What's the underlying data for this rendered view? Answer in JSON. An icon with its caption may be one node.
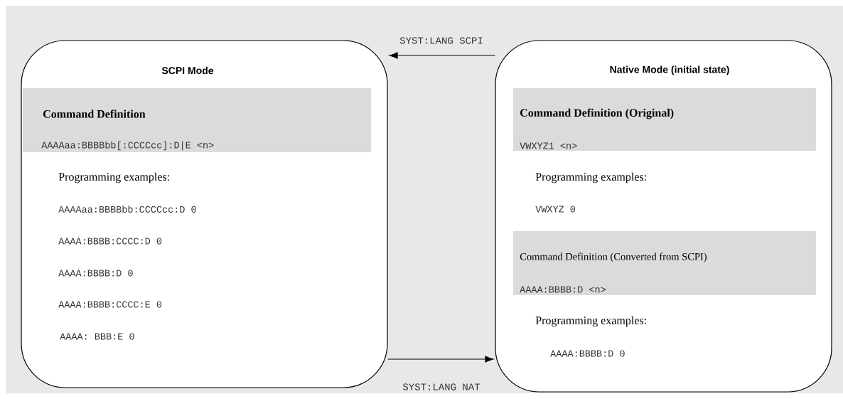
{
  "diagram": {
    "nodes": [
      {
        "text": [
          "SCPI Mode",
          "Programming examples:",
          "AAAAaa:BBBBbb:CCCCcc:D 0",
          "AAAA:BBBB:CCCC:D 0",
          "AAAA:BBBB:D 0",
          "AAAA:BBBB:CCCC:E 0",
          "AAAA: BBB:E 0"
        ]
      },
      {
        "text": [
          "Command Definition",
          "AAAAaa:BBBBbb[:CCCCcc]:D|E <n>"
        ],
        "in": 0
      },
      {
        "text": [
          "Native Mode (initial state)",
          "Programming examples:",
          "VWXYZ 0",
          "Programming examples:",
          "AAAA:BBBB:D 0"
        ]
      },
      {
        "text": [
          "Command Definition (Original)",
          "VWXYZ1 <n>"
        ],
        "in": 2
      },
      {
        "text": [
          "Command Definition (Converted from SCPI)",
          "AAAA:BBBB:D <n>"
        ],
        "in": 2
      }
    ],
    "edges": [
      {
        "from": 2,
        "to": 0,
        "arrow": "to",
        "label": "SYST:LANG SCPI"
      },
      {
        "from": 0,
        "to": 2,
        "arrow": "to",
        "label": "SYST:LANG NAT"
      }
    ]
  }
}
